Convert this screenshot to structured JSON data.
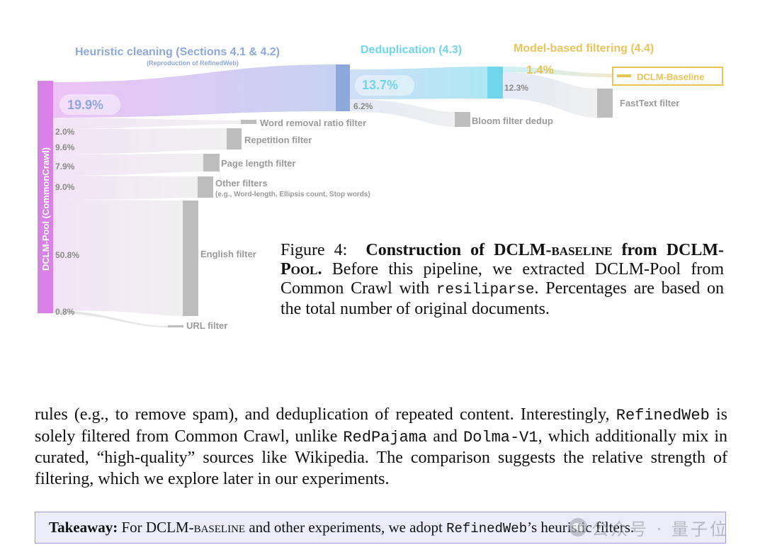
{
  "figure": {
    "stage_titles": {
      "heuristic": "Heuristic cleaning (Sections 4.1 & 4.2)",
      "heuristic_sub": "(Reproduction of RefinedWeb)",
      "dedup": "Deduplication (4.3)",
      "model": "Model-based filtering (4.4)"
    },
    "pool_label": "DCLM-Pool (CommonCrawl)",
    "flow_percentages": {
      "after_heuristic": "19.9%",
      "after_dedup": "13.7%",
      "final": "1.4%"
    },
    "removed_filters": [
      {
        "percent": "2.0%",
        "label": "Word removal ratio filter"
      },
      {
        "percent": "9.6%",
        "label": "Repetition filter"
      },
      {
        "percent": "7.9%",
        "label": "Page length filter"
      },
      {
        "percent": "9.0%",
        "label": "Other filters",
        "sublabel": "(e.g., Word-length, Ellipsis count, Stop words)"
      },
      {
        "percent": "50.8%",
        "label": "English filter"
      },
      {
        "percent": "0.8%",
        "label": "URL filter"
      }
    ],
    "dedup_removed": {
      "percent": "6.2%",
      "label": "Bloom filter dedup"
    },
    "model_removed": {
      "percent": "12.3%",
      "label": "FastText filter"
    },
    "final_label": "DCLM-Baseline",
    "colors": {
      "heuristic": "#8fa8dc",
      "dedup": "#6fd6ec",
      "model": "#e9c458",
      "pool": "#d982e6",
      "removed": "#c2c2c2"
    }
  },
  "caption": {
    "prefix": "Figure 4:",
    "bold_a": "Construction of DCLM-",
    "bold_sc_a": "baseline",
    "bold_b": " from DCLM-P",
    "bold_sc_b": "ool",
    "bold_end": ".",
    "text_a": " Before this pipeline, we extracted DCLM-Pool from Common Crawl with ",
    "code": "resiliparse",
    "text_b": ". Percentages are based on the total number of original documents."
  },
  "body": {
    "t1": "rules (e.g., to remove spam), and deduplication of repeated content.  Interestingly, ",
    "c1": "RefinedWeb",
    "t2": " is solely filtered from Common Crawl, unlike ",
    "c2": "RedPajama",
    "t3": " and ",
    "c3": "Dolma-V1",
    "t4": ", which additionally mix in curated, “high-quality” sources like Wikipedia. The comparison suggests the relative strength of filtering, which we explore later in our experiments."
  },
  "takeaway": {
    "label": "Takeaway:",
    "t1": " For DCLM-",
    "sc": "baseline",
    "t2": " and other experiments, we adopt ",
    "code": "RefinedWeb",
    "t3": "’s heuristic filters."
  },
  "watermark": {
    "text": "公众号 · 量子位"
  }
}
